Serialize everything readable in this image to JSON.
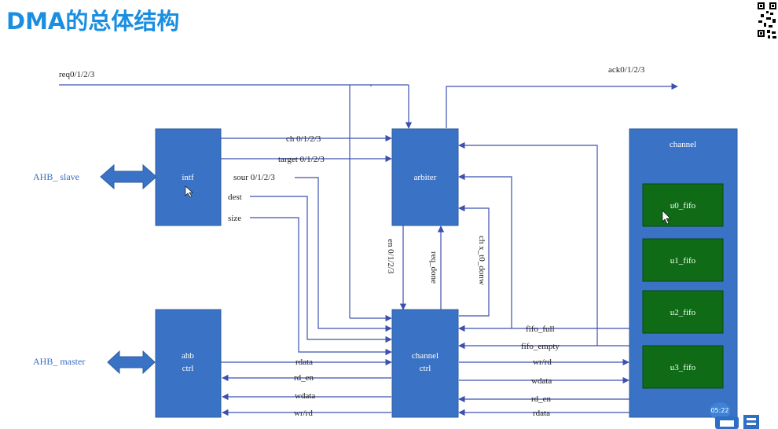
{
  "title": "DMA的总体结构",
  "signals": {
    "req": "req0/1/2/3",
    "ack": "ack0/1/2/3",
    "ch": "ch 0/1/2/3",
    "target": "target 0/1/2/3",
    "sour": "sour 0/1/2/3",
    "dest": "dest",
    "size": "size",
    "en": "en 0/1/2/3",
    "req_done": "req_done",
    "ch_x_to_done": "ch x_t0_donw",
    "fifo_full": "fifo_full",
    "fifo_empty": "fifo_empty",
    "wr_rd_out": "wr/rd",
    "wdata_out": "wdata",
    "rd_en_in": "rd_en",
    "rdata_in": "rdata",
    "ahb_rdata": "rdata",
    "ahb_rd_en": "rd_en",
    "ahb_wdata": "wdata",
    "ahb_wr_rd": "wr/rd"
  },
  "blocks": {
    "intf": "intf",
    "arbiter": "arbiter",
    "ahb_ctrl_line1": "ahb",
    "ahb_ctrl_line2": "ctrl",
    "channel_ctrl_line1": "channel",
    "channel_ctrl_line2": "ctrl",
    "channel": "channel",
    "fifos": [
      "u0_fifo",
      "u1_fifo",
      "u2_fifo",
      "u3_fifo"
    ]
  },
  "side_labels": {
    "ahb_slave": "AHB_ slave",
    "ahb_master": "AHB_ master"
  },
  "video_timer": "05:22",
  "colors": {
    "title": "#1a8ee0",
    "block": "#3a73c5",
    "fifo": "#0f6b16",
    "wire": "#3d50b0"
  }
}
